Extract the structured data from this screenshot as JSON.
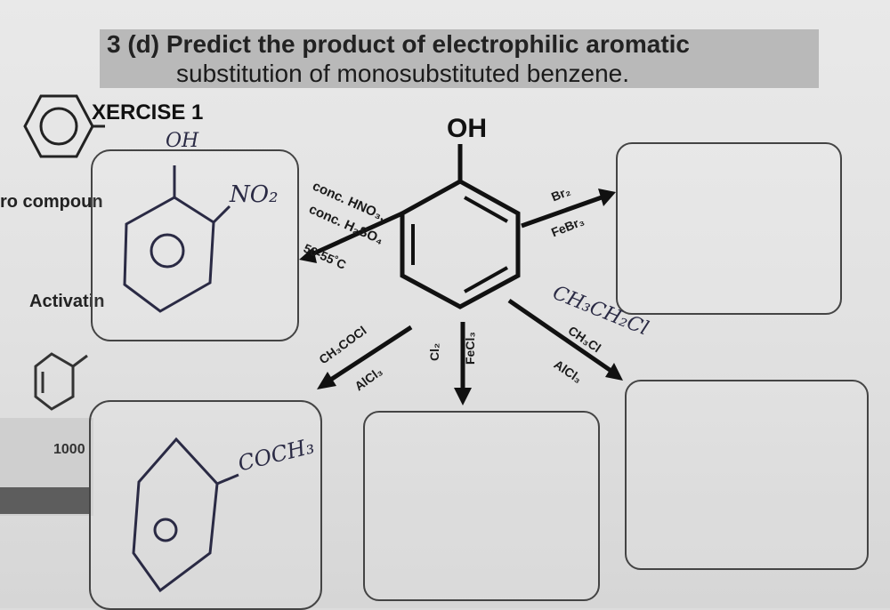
{
  "header": {
    "line1": "3 (d) Predict the product of electrophilic aromatic",
    "line2": "substitution of monosubstituted benzene."
  },
  "exercise": {
    "title": "XERCISE 1"
  },
  "side_text": {
    "compound": "ro compoun",
    "activating": "Activatin",
    "tag": "1000"
  },
  "center_molecule": {
    "substituent": "OH"
  },
  "reactions": {
    "nitration": {
      "reagent1": "conc. HNO₃,",
      "reagent2": "conc. H₂SO₄",
      "conditions": "50-55˚C"
    },
    "bromination": {
      "reagent1": "Br₂",
      "reagent2": "FeBr₃"
    },
    "alkylation": {
      "reagent1": "CH₃Cl",
      "reagent2": "AlCl₃"
    },
    "chlorination": {
      "reagent1": "Cl₂",
      "reagent2": "FeCl₃"
    },
    "acylation": {
      "reagent1": "CH₃COCl",
      "reagent2": "AlCl₃"
    }
  },
  "handwritten": {
    "oh": "OH",
    "no2": "NO₂",
    "ethyl_chloride": "CH₃CH₂Cl",
    "acetyl": "COCH₃"
  }
}
